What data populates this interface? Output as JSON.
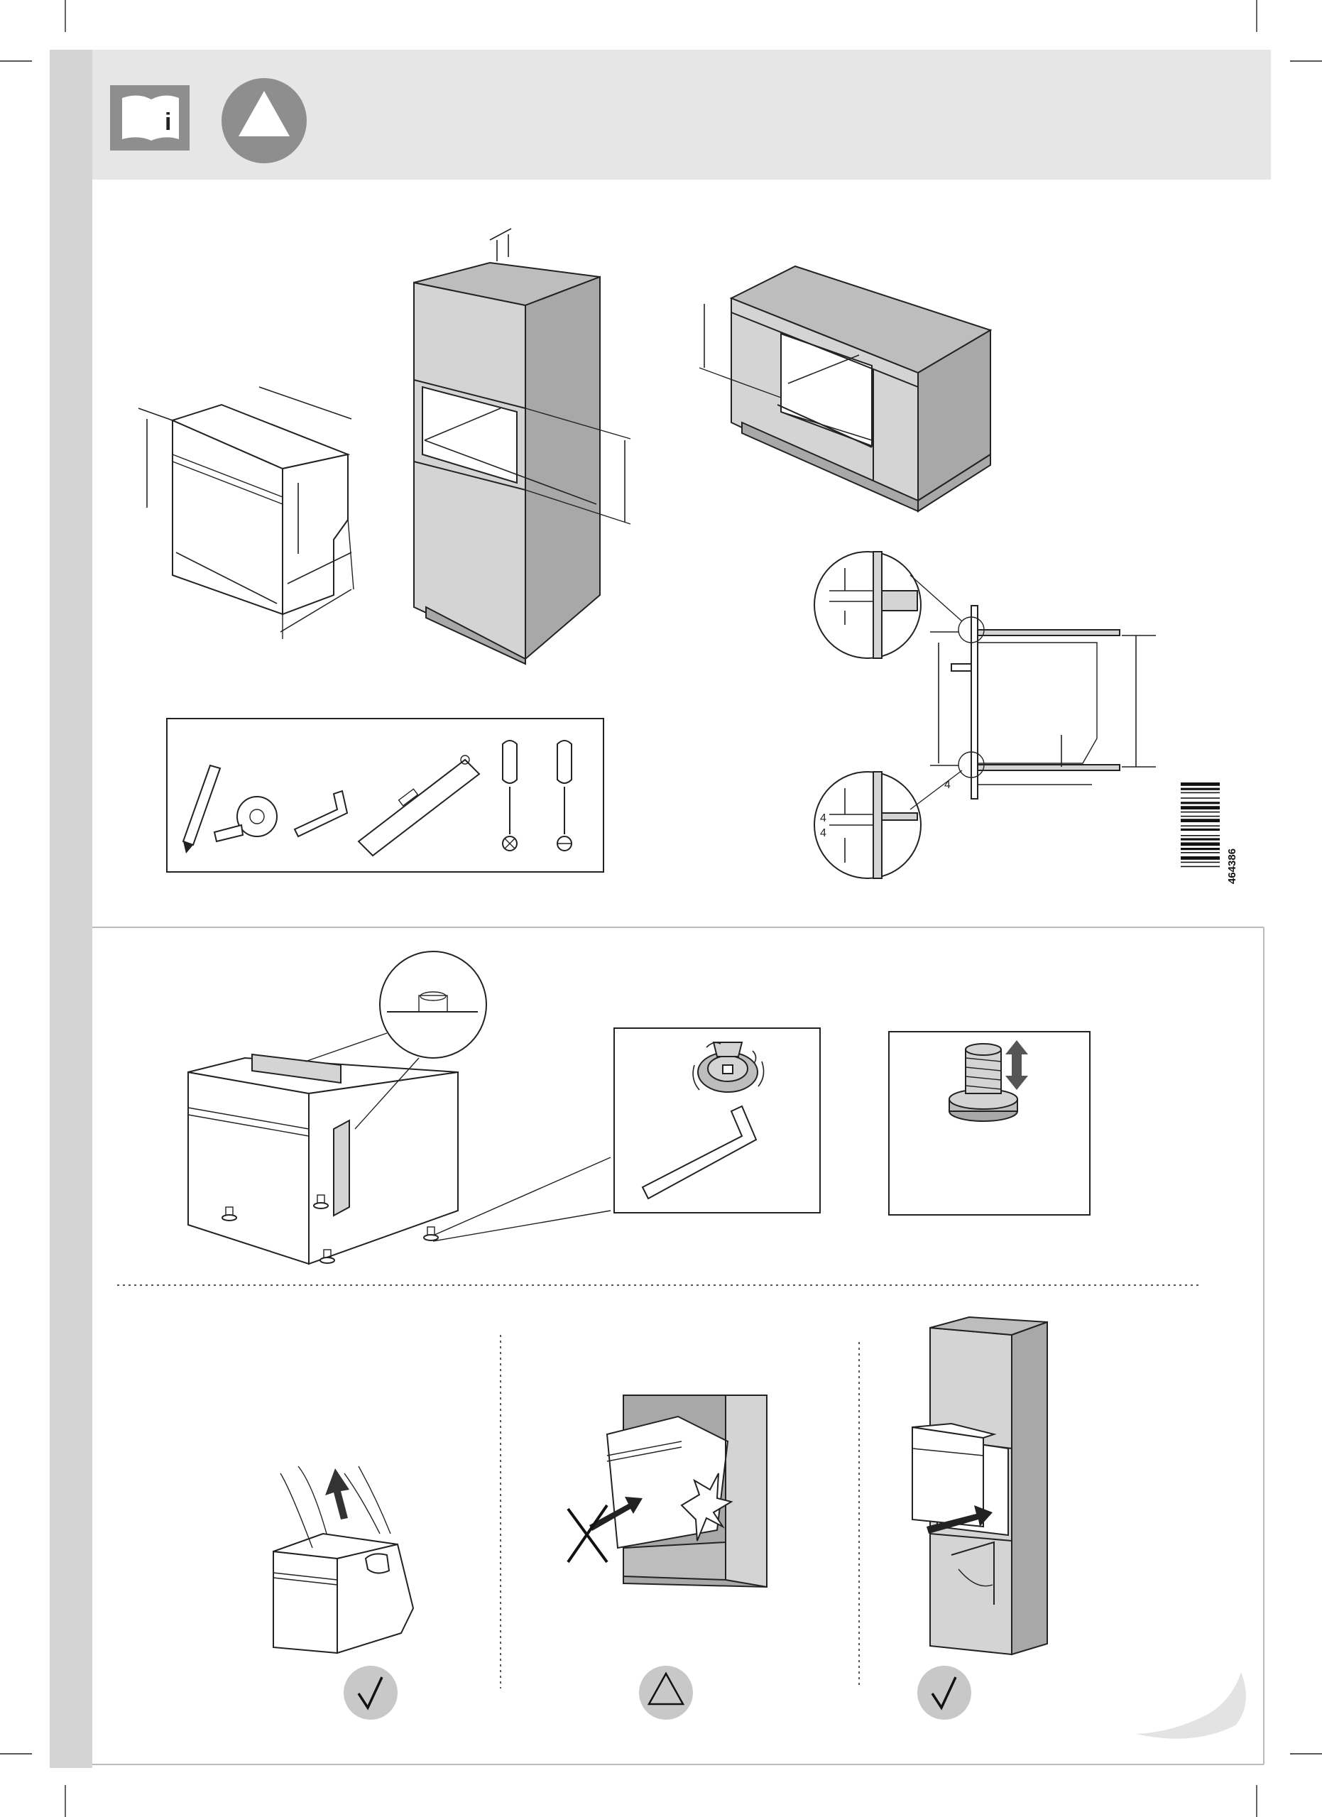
{
  "header": {
    "info_icon": "book-info-icon",
    "warning_icon": "warning-triangle-icon",
    "info_letter": "i"
  },
  "detail_labels": {
    "gap_top": "4",
    "gap_bottom": "4",
    "side_value": "4"
  },
  "barcode": {
    "number": "464386"
  },
  "checks": {
    "left": "check-mark-icon",
    "middle": "warning-triangle-icon",
    "right": "check-mark-icon"
  },
  "colors": {
    "sidebar": "#d4d4d4",
    "header": "#e6e6e6",
    "panel": "#bdbdbd",
    "badge": "#c8c8c8",
    "icon_grey": "#8e8e8e"
  }
}
